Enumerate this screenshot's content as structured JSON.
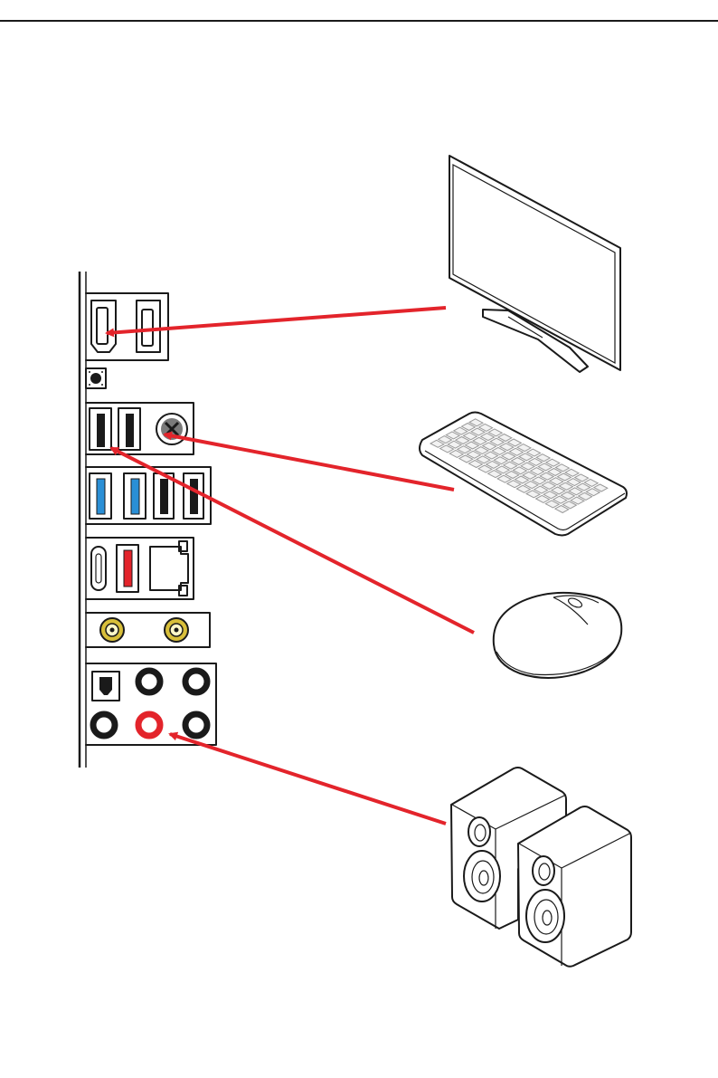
{
  "figure": {
    "kind": "rear-io-connection-diagram",
    "colors": {
      "arrow": "#e3242b",
      "line": "#1a1a1a",
      "usb3_blue": "#2a8fd6",
      "usb_red": "#e3242b",
      "wifi_gold": "#d8bf3a",
      "mic_red": "#e3242b"
    },
    "icons": [
      "monitor-icon",
      "keyboard-icon",
      "mouse-icon",
      "speakers-icon",
      "hdmi-port-icon",
      "displayport-icon",
      "usb-port-icon",
      "ps2-port-icon",
      "usb-c-port-icon",
      "lan-port-icon",
      "wifi-antenna-connector-icon",
      "optical-spdif-port-icon",
      "audio-jack-icon"
    ],
    "connections": [
      {
        "from": "hdmi-port",
        "to": "monitor"
      },
      {
        "from": "ps2-port",
        "to": "keyboard"
      },
      {
        "from": "usb-port",
        "to": "mouse"
      },
      {
        "from": "line-out-jack",
        "to": "speakers"
      }
    ]
  }
}
